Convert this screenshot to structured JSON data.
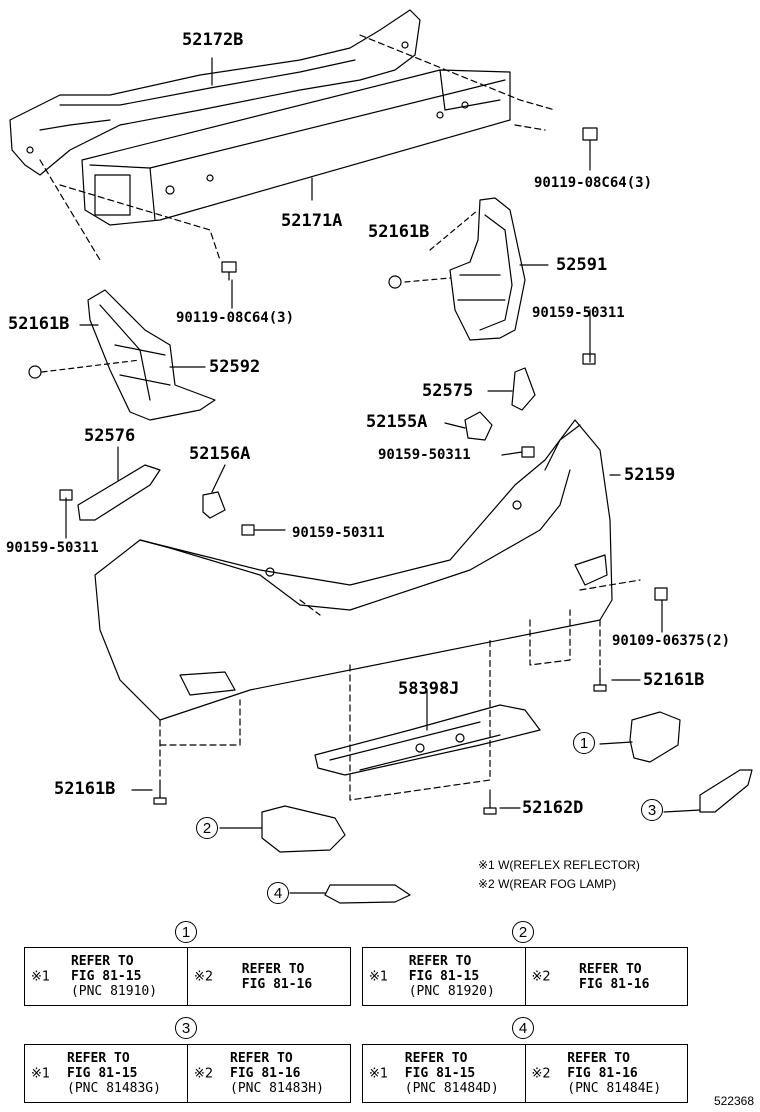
{
  "parts": {
    "p52172B": "52172B",
    "p52171A": "52171A",
    "p90119_top": "90119-08C64(3)",
    "p90119_mid": "90119-08C64(3)",
    "p52161B_a": "52161B",
    "p52591": "52591",
    "p52161B_b": "52161B",
    "p52592": "52592",
    "p90159_a": "90159-50311",
    "p52575": "52575",
    "p52155A": "52155A",
    "p90159_b": "90159-50311",
    "p52576": "52576",
    "p52156A": "52156A",
    "p52159": "52159",
    "p90159_c": "90159-50311",
    "p90159_d": "90159-50311",
    "p90109": "90109-06375(2)",
    "p52161B_c": "52161B",
    "p58398J": "58398J",
    "p52161B_d": "52161B",
    "p52162D": "52162D"
  },
  "callouts": {
    "c1": "1",
    "c2": "2",
    "c3": "3",
    "c4": "4"
  },
  "notes": {
    "n1": "※1 W(REFLEX REFLECTOR)",
    "n2": "※2 W(REAR FOG LAMP)"
  },
  "refs": [
    {
      "num": "1",
      "left_mark": "※1",
      "left": [
        "REFER TO",
        "FIG 81-15"
      ],
      "left_pnc": "(PNC 81910)",
      "right_mark": "※2",
      "right": [
        "REFER TO",
        "FIG 81-16"
      ],
      "right_pnc": ""
    },
    {
      "num": "2",
      "left_mark": "※1",
      "left": [
        "REFER TO",
        "FIG 81-15"
      ],
      "left_pnc": "(PNC 81920)",
      "right_mark": "※2",
      "right": [
        "REFER TO",
        "FIG 81-16"
      ],
      "right_pnc": ""
    },
    {
      "num": "3",
      "left_mark": "※1",
      "left": [
        "REFER TO",
        "FIG 81-15"
      ],
      "left_pnc": "(PNC 81483G)",
      "right_mark": "※2",
      "right": [
        "REFER TO",
        "FIG 81-16"
      ],
      "right_pnc": "(PNC 81483H)"
    },
    {
      "num": "4",
      "left_mark": "※1",
      "left": [
        "REFER TO",
        "FIG 81-15"
      ],
      "left_pnc": "(PNC 81484D)",
      "right_mark": "※2",
      "right": [
        "REFER TO",
        "FIG 81-16"
      ],
      "right_pnc": "(PNC 81484E)"
    }
  ],
  "diagram_code": "522368"
}
